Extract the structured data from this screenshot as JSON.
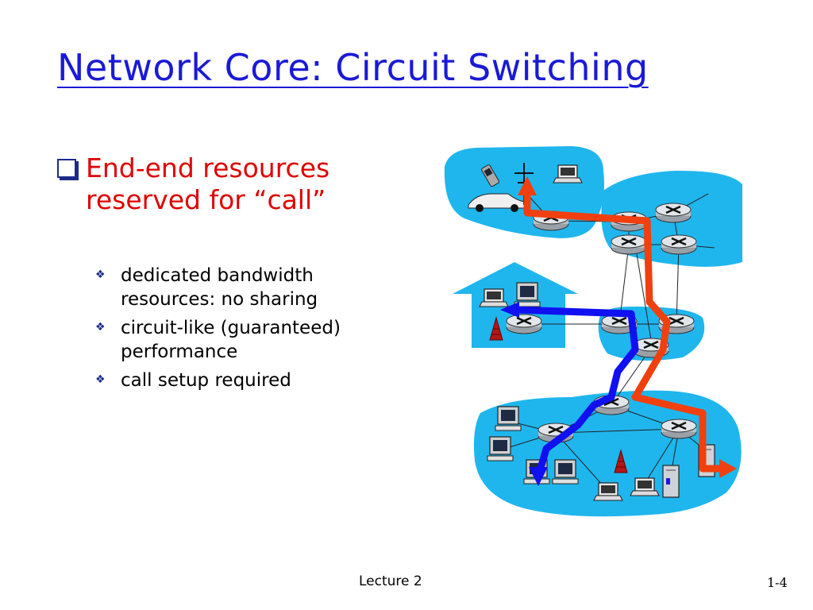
{
  "slide": {
    "title": "Network Core: Circuit Switching",
    "main_bullet": "End-end resources reserved for “call”",
    "sub_bullets": [
      "dedicated bandwidth resources: no sharing",
      "circuit-like (guaranteed) performance",
      "call setup required"
    ],
    "footer_center": "Lecture 2",
    "footer_right": "1-4"
  },
  "colors": {
    "title": "#1a1ad6",
    "main_bullet_text": "#e00000",
    "network_fill": "#1fb6ee",
    "circuit_red": "#f04010",
    "circuit_blue": "#1010f0"
  },
  "icons": [
    "checkbox-bullet-icon",
    "diamond-bullet-icon",
    "router-icon",
    "laptop-icon",
    "desktop-pc-icon",
    "server-icon",
    "cell-phone-icon",
    "car-icon",
    "antenna-tower-icon",
    "house-icon"
  ]
}
